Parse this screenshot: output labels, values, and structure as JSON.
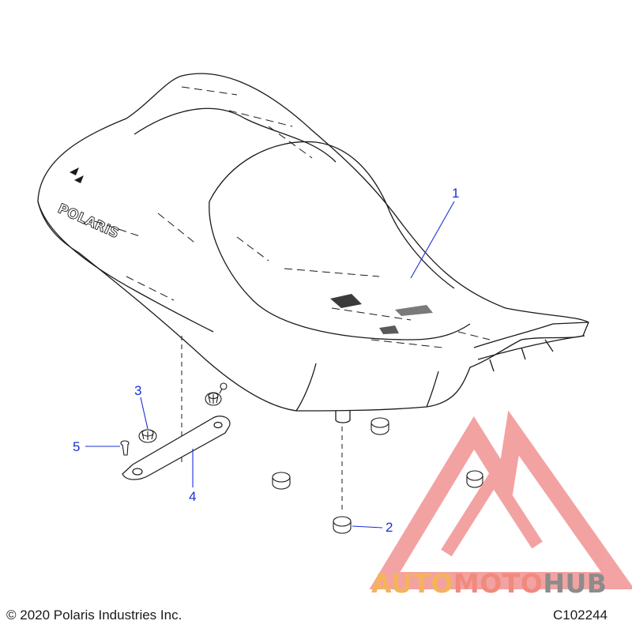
{
  "diagram": {
    "callouts": [
      {
        "id": "1",
        "label": "1"
      },
      {
        "id": "2",
        "label": "2"
      },
      {
        "id": "3",
        "label": "3"
      },
      {
        "id": "4",
        "label": "4"
      },
      {
        "id": "5",
        "label": "5"
      }
    ],
    "seat_logo_text": "POLARIS"
  },
  "footer": {
    "copyright": "© 2020 Polaris Industries Inc.",
    "diagram_id": "C102244"
  },
  "watermark": {
    "part1": "AUTO",
    "part2": "MOTO",
    "part3": "HUB",
    "colors": {
      "auto": "#f5b35a",
      "moto": "#f08a7e",
      "hub": "#8c8c8c",
      "triangle": "#ef7f7f"
    }
  },
  "colors": {
    "callout": "#1b2fd4",
    "line": "#1a1a1a"
  }
}
